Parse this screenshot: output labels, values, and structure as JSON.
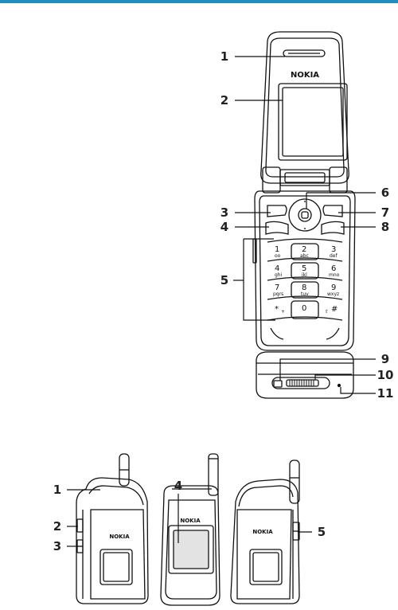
{
  "brand": "NOKIA",
  "accent_color": "#1e8fbf",
  "front_view": {
    "callouts": [
      "1",
      "2",
      "3",
      "4",
      "5",
      "6",
      "7",
      "8"
    ],
    "keys": [
      {
        "main": "1",
        "sub": "oo"
      },
      {
        "main": "2",
        "sub": "abc"
      },
      {
        "main": "3",
        "sub": "def"
      },
      {
        "main": "4",
        "sub": "ghi"
      },
      {
        "main": "5",
        "sub": "jkl"
      },
      {
        "main": "6",
        "sub": "mno"
      },
      {
        "main": "7",
        "sub": "pqrs"
      },
      {
        "main": "8",
        "sub": "tuv"
      },
      {
        "main": "9",
        "sub": "wxyz"
      },
      {
        "main": "*",
        "sub": "+"
      },
      {
        "main": "0",
        "sub": "_"
      },
      {
        "main": "#",
        "sub": "⇧"
      }
    ]
  },
  "bottom_view": {
    "callouts": [
      "9",
      "10",
      "11"
    ]
  },
  "closed_views": {
    "callouts": [
      "1",
      "2",
      "3",
      "4",
      "5"
    ]
  }
}
